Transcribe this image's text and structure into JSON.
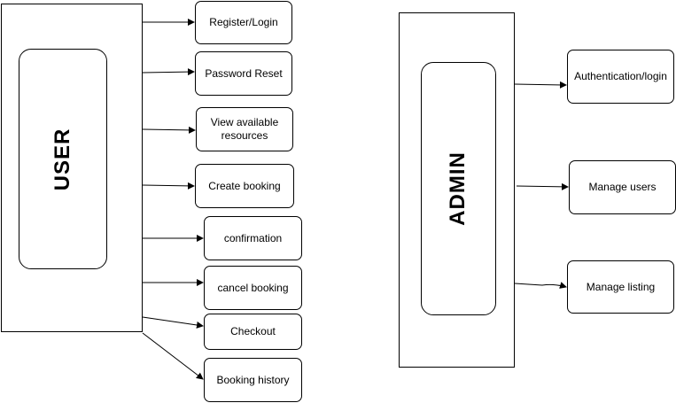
{
  "user": {
    "label": "USER",
    "actions": [
      "Register/Login",
      "Password Reset",
      "View available resources",
      "Create booking",
      "confirmation",
      "cancel booking",
      "Checkout",
      "Booking history"
    ]
  },
  "admin": {
    "label": "ADMIN",
    "actions": [
      "Authentication/login",
      "Manage users",
      "Manage listing"
    ]
  }
}
